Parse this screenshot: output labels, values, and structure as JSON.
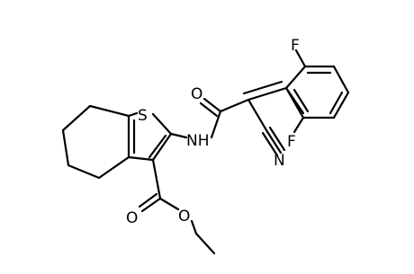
{
  "molecule": {
    "atom_labels": {
      "sulfur": "S",
      "amide_nitrogen": "NH",
      "amide_oxygen": "O",
      "nitrile_nitrogen": "N",
      "fluorine_top": "F",
      "fluorine_bottom": "F",
      "ester_carbonyl_oxygen": "O",
      "ester_oxygen": "O"
    }
  }
}
